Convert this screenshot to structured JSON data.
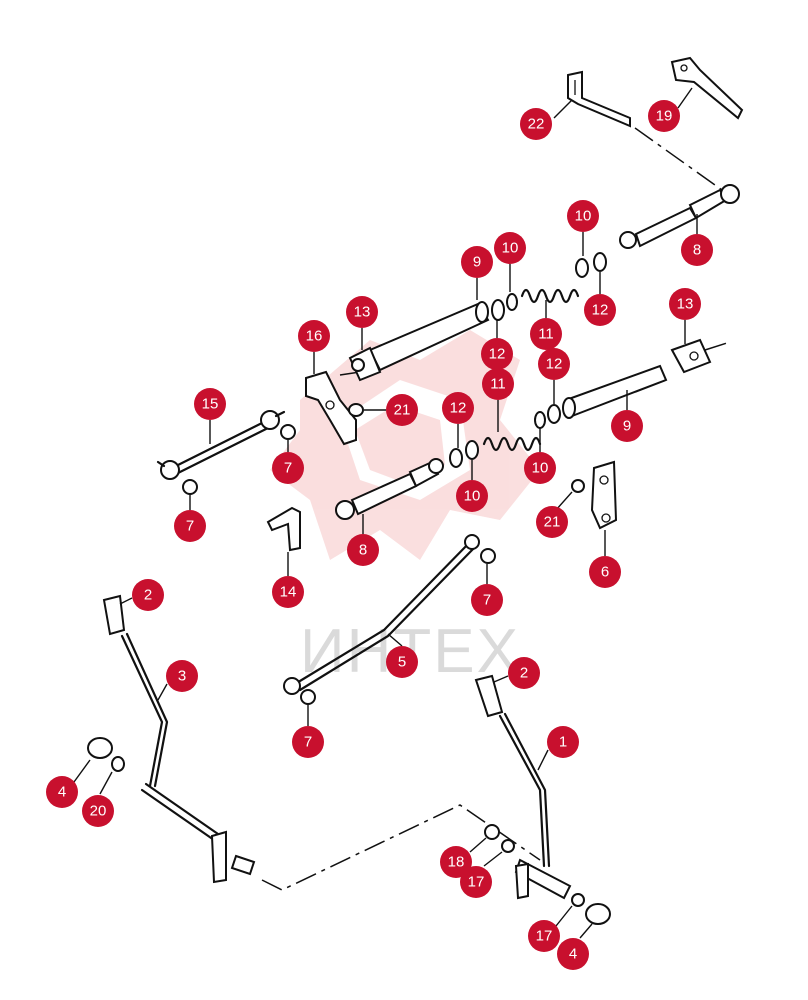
{
  "watermark": {
    "text": "ИНТЕХ",
    "logo_icon": "intex-logo-icon",
    "color": "#f2a3a3"
  },
  "colors": {
    "callout": "#c8102e",
    "callout_text": "#ffffff",
    "lines": "#111111"
  },
  "callouts": [
    {
      "id": "c1",
      "label": "22"
    },
    {
      "id": "c2",
      "label": "19"
    },
    {
      "id": "c3",
      "label": "10"
    },
    {
      "id": "c4",
      "label": "9"
    },
    {
      "id": "c5",
      "label": "10"
    },
    {
      "id": "c6",
      "label": "8"
    },
    {
      "id": "c7",
      "label": "12"
    },
    {
      "id": "c8",
      "label": "13"
    },
    {
      "id": "c9",
      "label": "16"
    },
    {
      "id": "c10",
      "label": "11"
    },
    {
      "id": "c11",
      "label": "12"
    },
    {
      "id": "c12",
      "label": "13"
    },
    {
      "id": "c13",
      "label": "12"
    },
    {
      "id": "c14",
      "label": "21"
    },
    {
      "id": "c15",
      "label": "15"
    },
    {
      "id": "c16",
      "label": "12"
    },
    {
      "id": "c17",
      "label": "11"
    },
    {
      "id": "c18",
      "label": "9"
    },
    {
      "id": "c19",
      "label": "7"
    },
    {
      "id": "c20",
      "label": "10"
    },
    {
      "id": "c21",
      "label": "10"
    },
    {
      "id": "c22",
      "label": "7"
    },
    {
      "id": "c23",
      "label": "8"
    },
    {
      "id": "c24",
      "label": "21"
    },
    {
      "id": "c25",
      "label": "6"
    },
    {
      "id": "c26",
      "label": "14"
    },
    {
      "id": "c27",
      "label": "2"
    },
    {
      "id": "c28",
      "label": "7"
    },
    {
      "id": "c29",
      "label": "3"
    },
    {
      "id": "c30",
      "label": "5"
    },
    {
      "id": "c31",
      "label": "2"
    },
    {
      "id": "c32",
      "label": "7"
    },
    {
      "id": "c33",
      "label": "1"
    },
    {
      "id": "c34",
      "label": "4"
    },
    {
      "id": "c35",
      "label": "20"
    },
    {
      "id": "c36",
      "label": "18"
    },
    {
      "id": "c37",
      "label": "17"
    },
    {
      "id": "c38",
      "label": "17"
    },
    {
      "id": "c39",
      "label": "4"
    }
  ]
}
